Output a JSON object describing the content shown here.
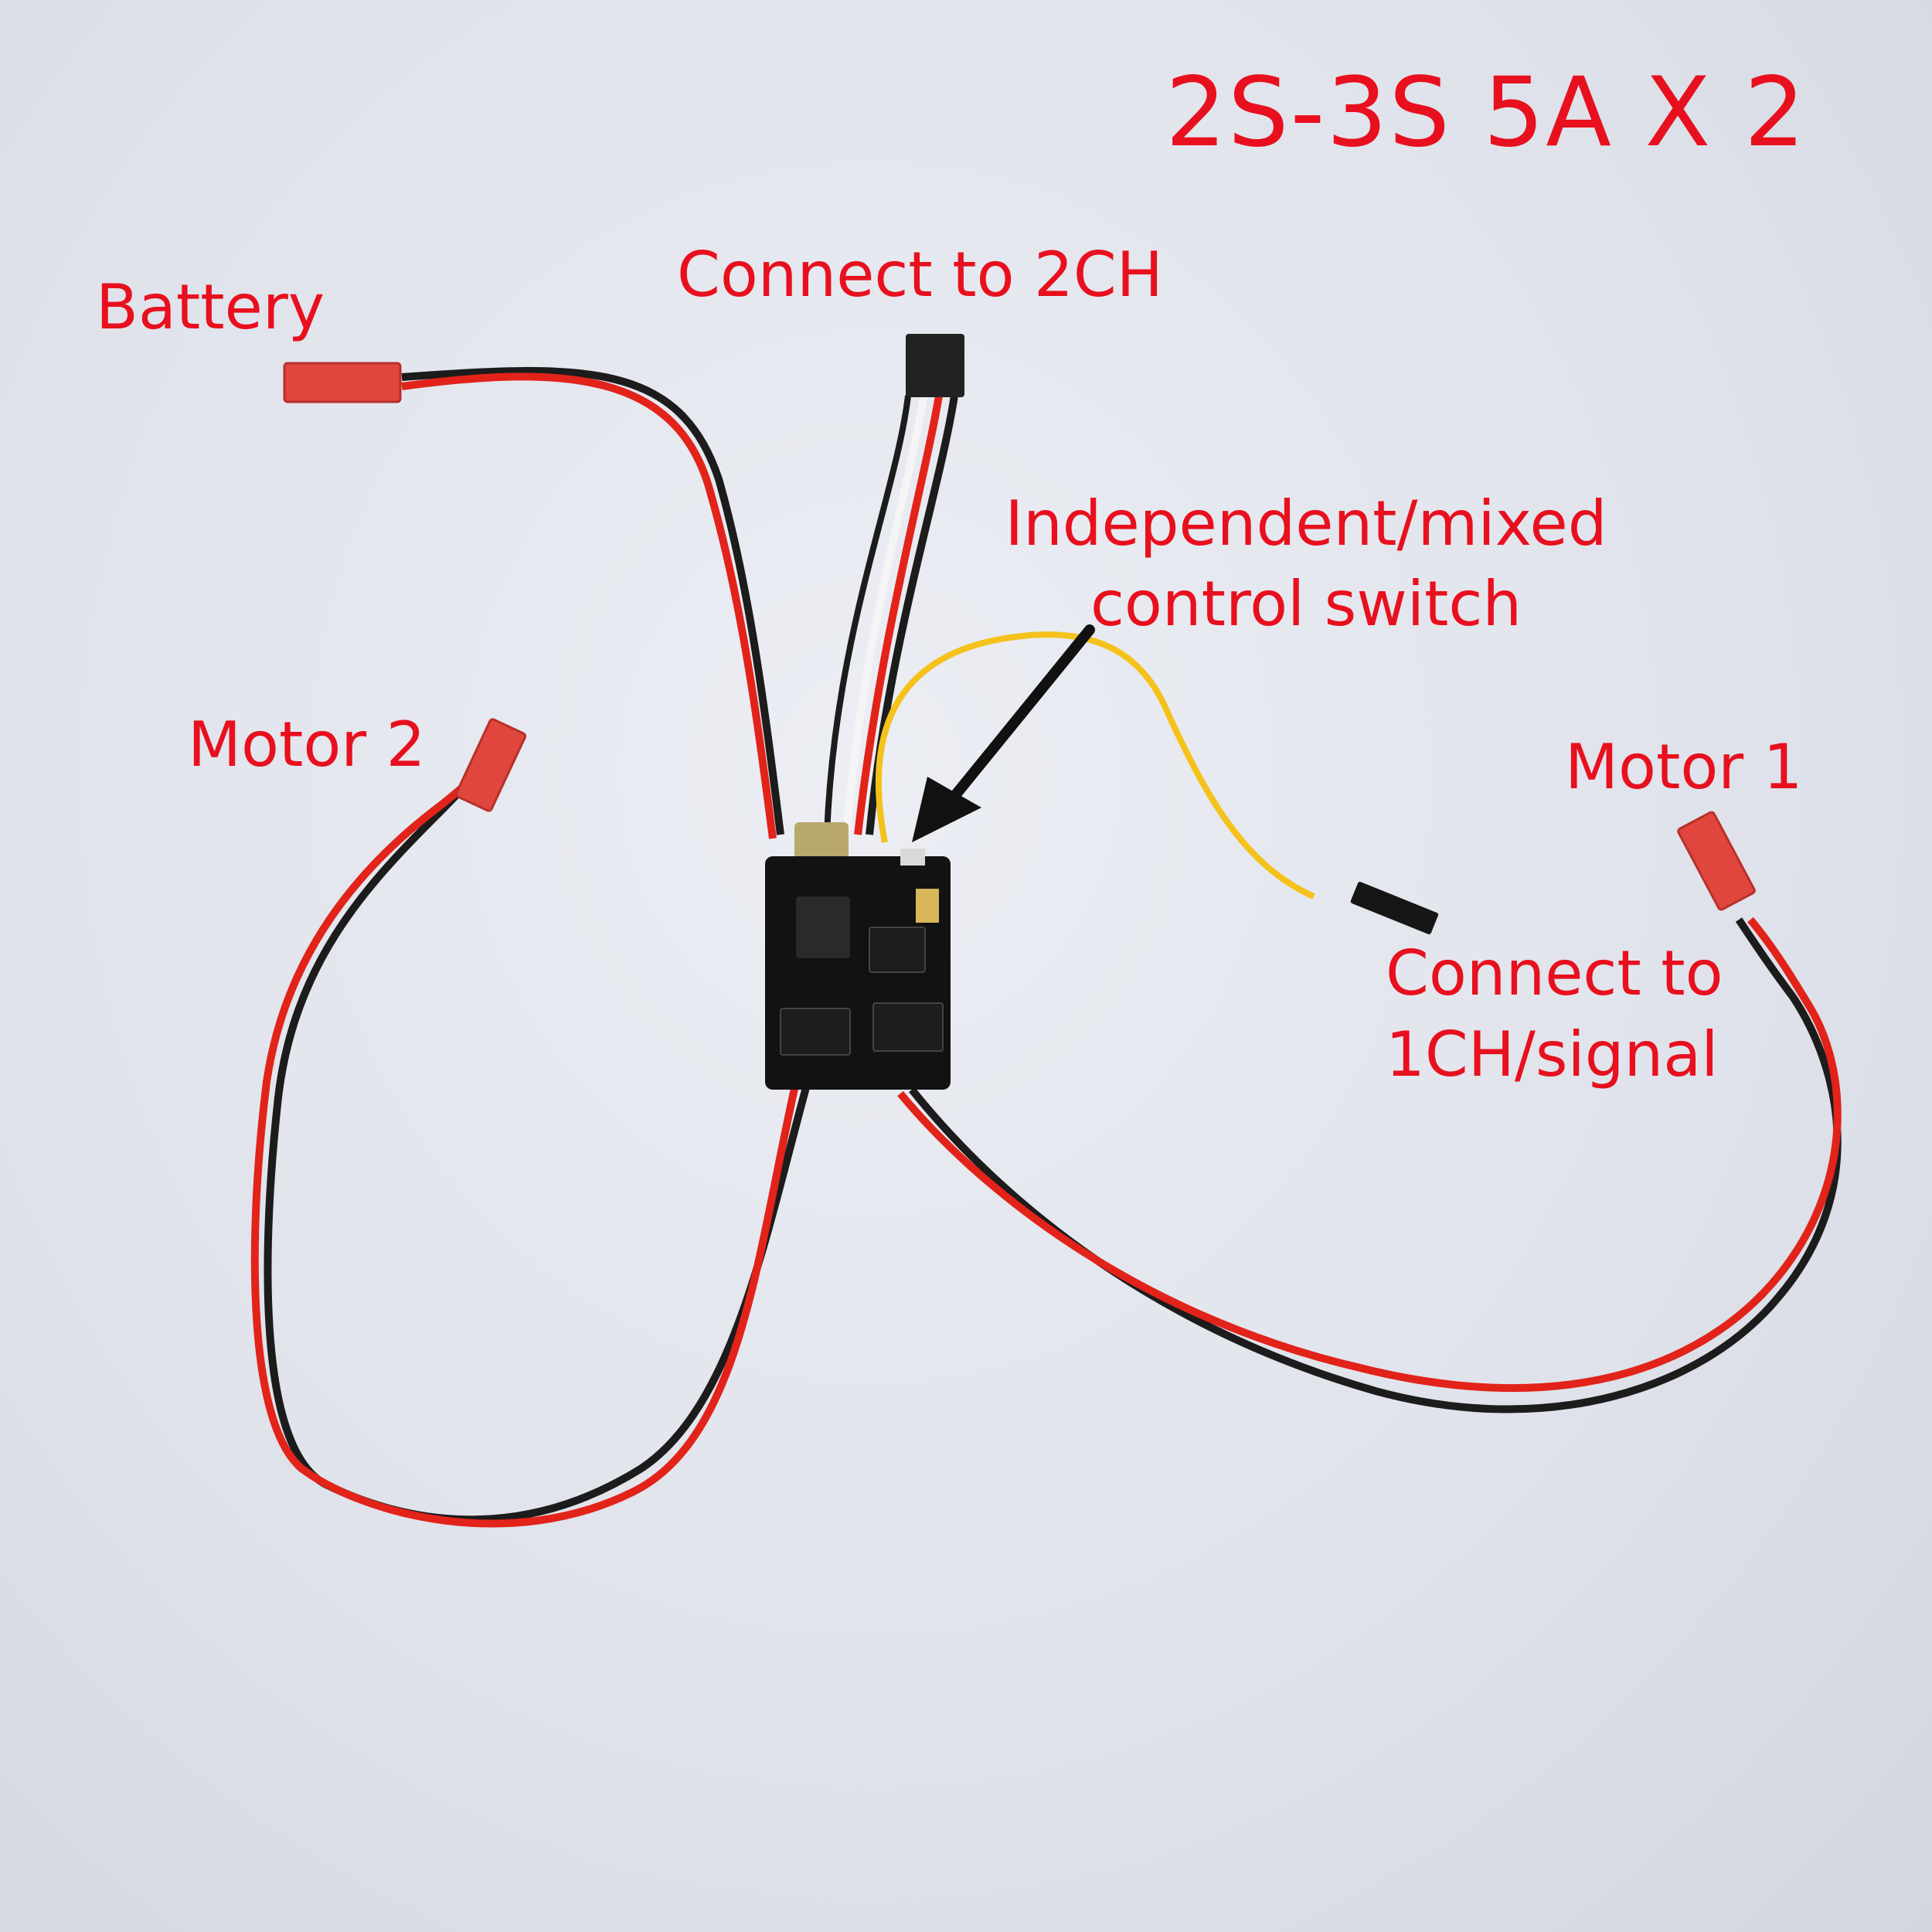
{
  "title": "2S-3S  5A X 2",
  "labels": {
    "battery": "Battery",
    "connect_2ch": "Connect to 2CH",
    "switch_line1": "Independent/mixed",
    "switch_line2": "control switch",
    "motor2": "Motor  2",
    "motor1": "Motor  1",
    "connect_1ch_line1": "Connect to",
    "connect_1ch_line2": "1CH/signal"
  },
  "colors": {
    "label": "#e8101e",
    "wire_red": "#e2231a",
    "wire_black": "#1c1c1c",
    "wire_yellow": "#f4c21a",
    "connector_red": "#e0463d",
    "pcb": "#121212"
  }
}
